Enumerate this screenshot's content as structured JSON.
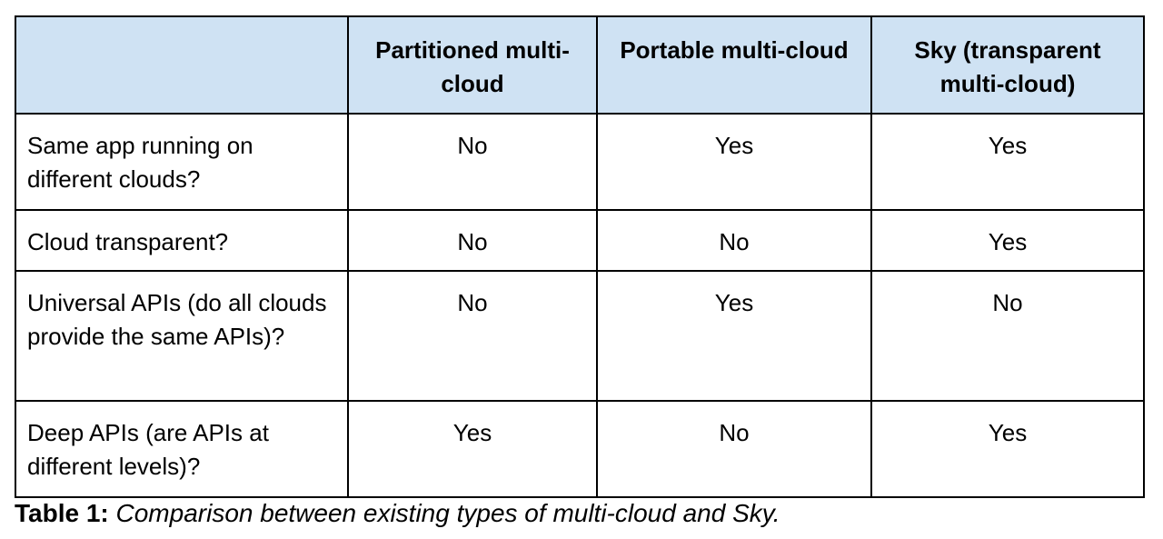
{
  "table": {
    "headers": [
      "",
      "Partitioned multi-cloud",
      "Portable multi-cloud",
      "Sky (transparent multi-cloud)"
    ],
    "rows": [
      {
        "label": "Same app running on different clouds?",
        "values": [
          "No",
          "Yes",
          "Yes"
        ]
      },
      {
        "label": "Cloud transparent?",
        "values": [
          "No",
          "No",
          "Yes"
        ]
      },
      {
        "label": "Universal APIs (do all clouds provide the same APIs)?",
        "values": [
          "No",
          "Yes",
          "No"
        ]
      },
      {
        "label": "Deep APIs (are APIs at different levels)?",
        "values": [
          "Yes",
          "No",
          "Yes"
        ]
      }
    ]
  },
  "caption": {
    "label": "Table 1:",
    "text": "Comparison between existing types of multi-cloud and Sky."
  },
  "colors": {
    "header_background": "#cfe2f3",
    "border": "#000000"
  }
}
